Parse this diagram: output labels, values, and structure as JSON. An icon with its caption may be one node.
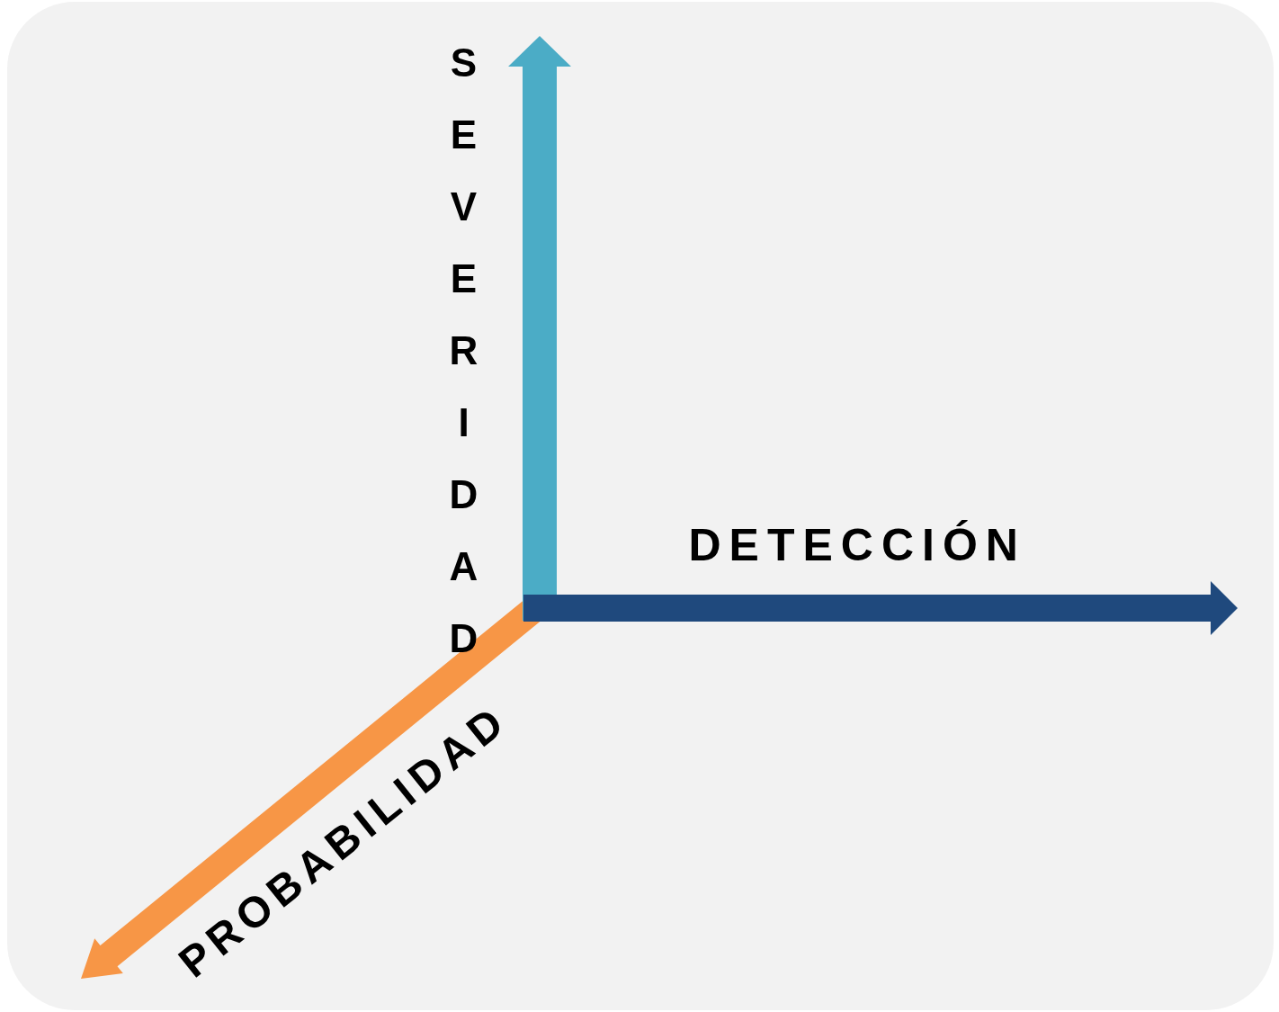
{
  "diagram": {
    "labels": [
      "SEVERIDAD",
      "DETECCIÓN",
      "PROBABILIDAD"
    ]
  }
}
